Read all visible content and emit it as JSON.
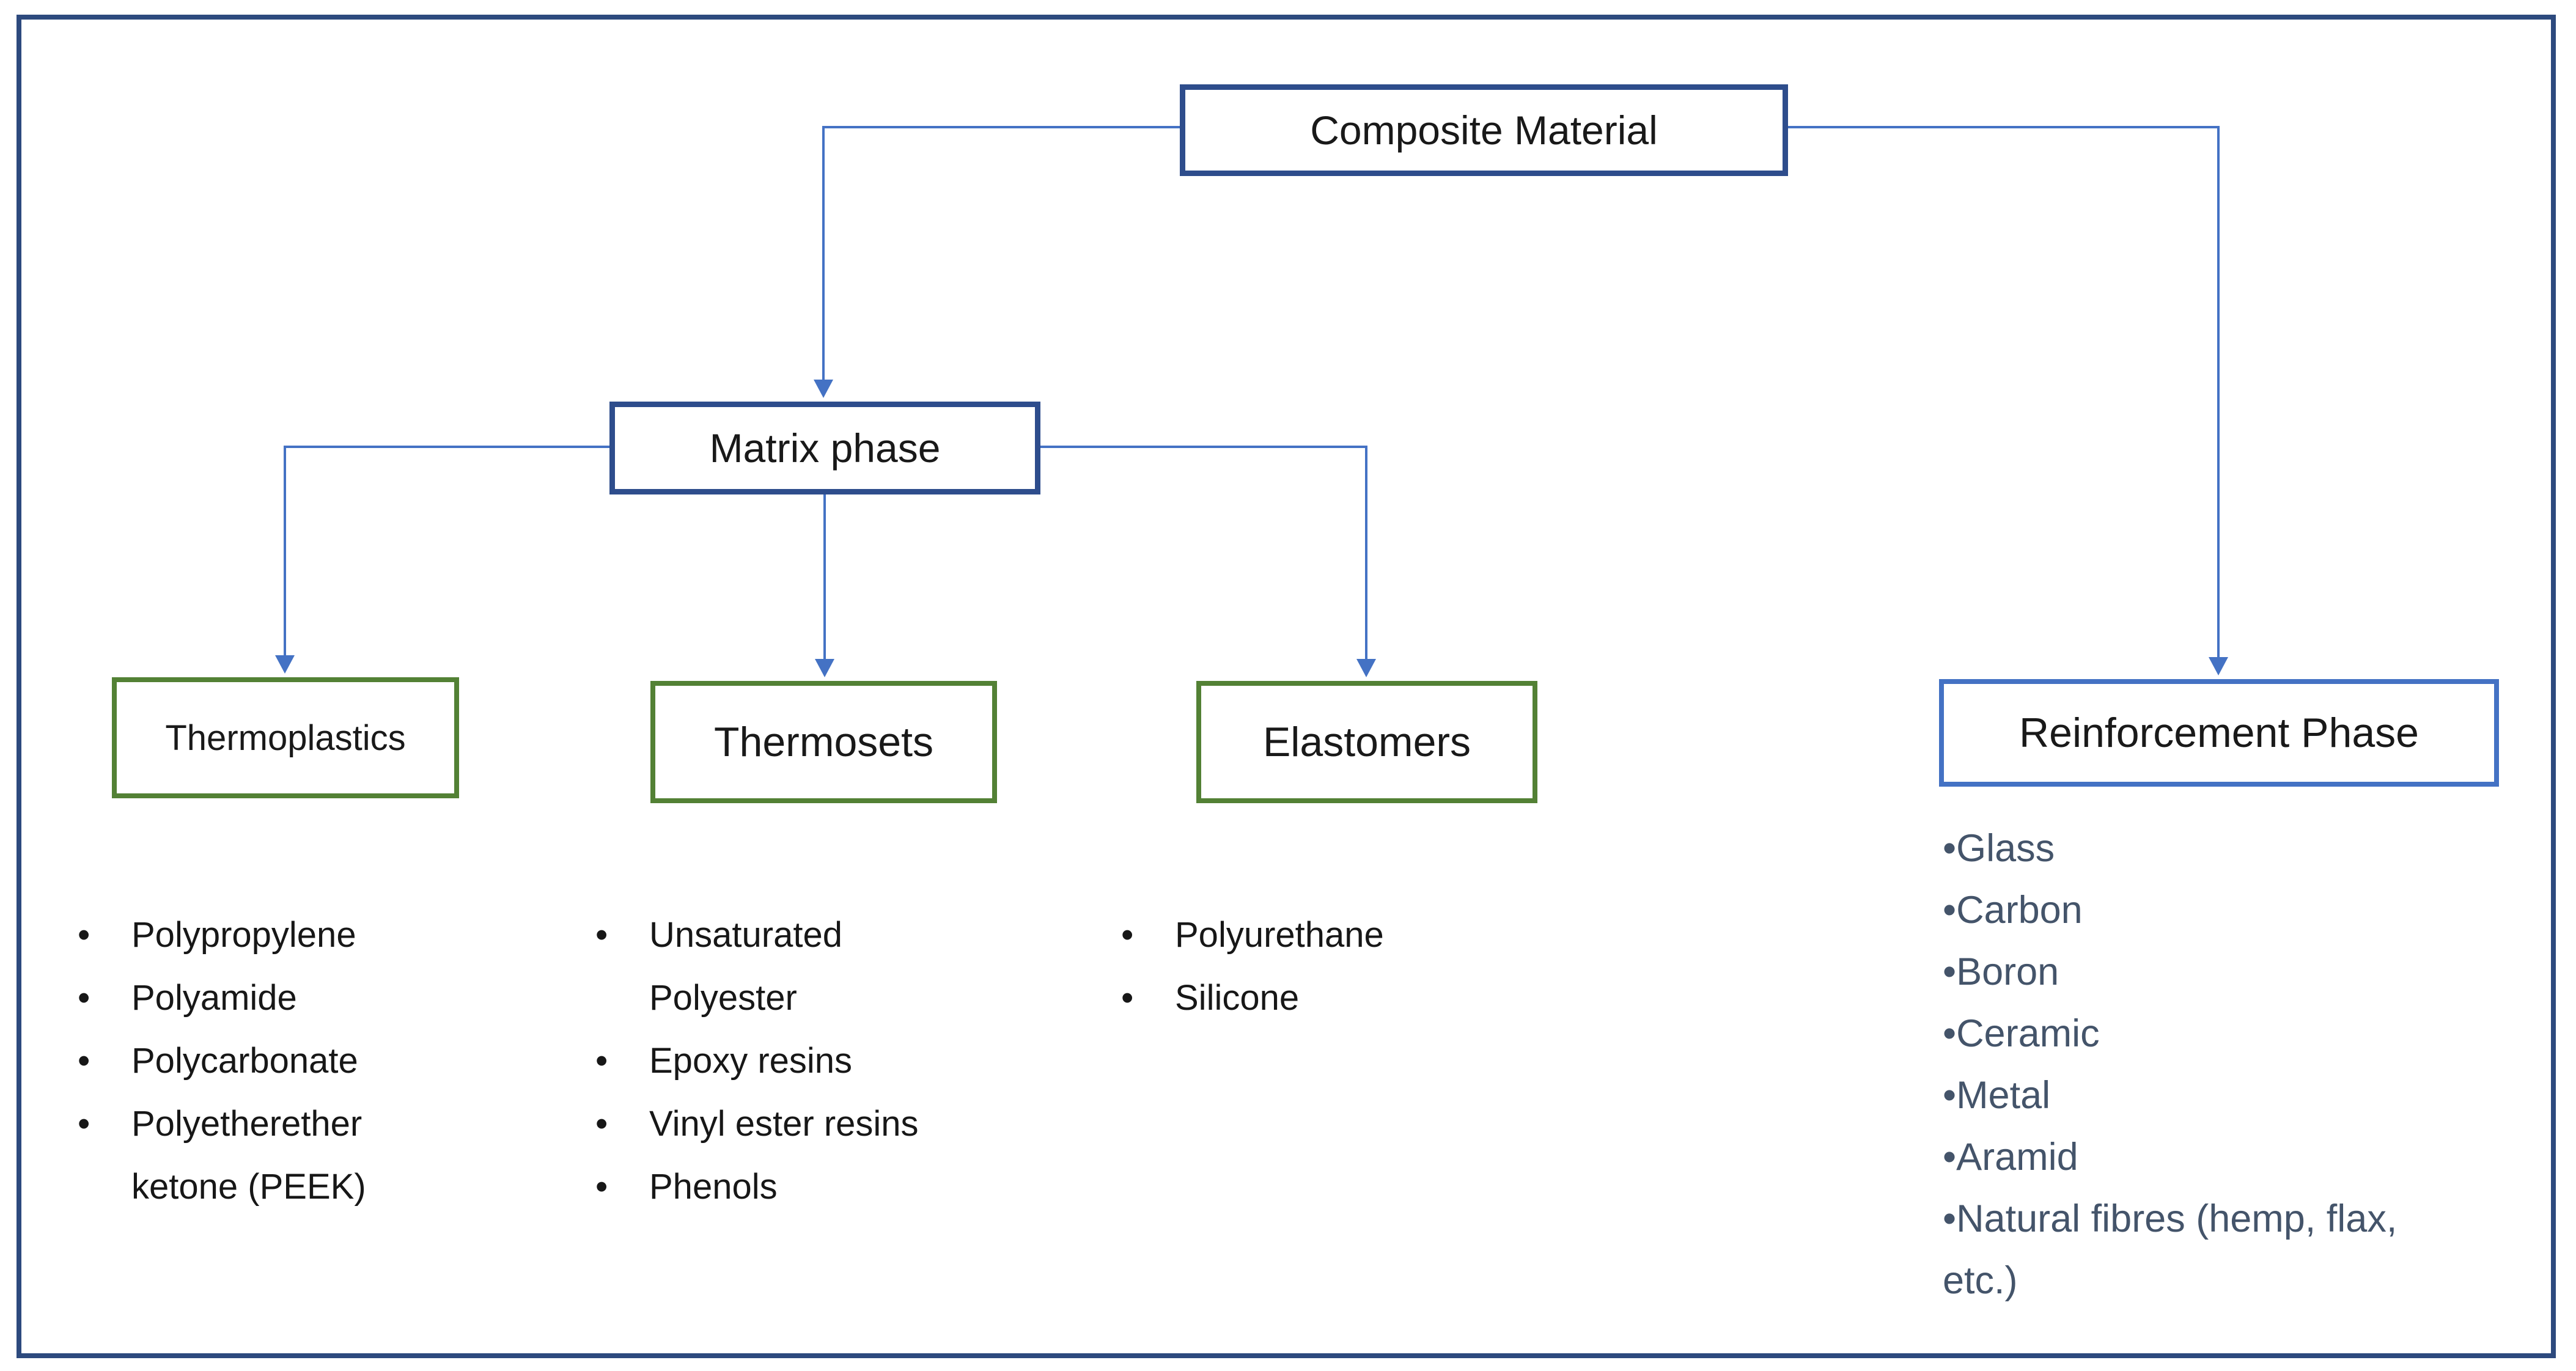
{
  "diagram": {
    "nodes": {
      "composite": {
        "label": "Composite Material"
      },
      "matrix": {
        "label": "Matrix phase"
      },
      "thermoplastics": {
        "label": "Thermoplastics",
        "items": [
          "Polypropylene",
          "Polyamide",
          "Polycarbonate",
          "Polyetherether ketone (PEEK)"
        ]
      },
      "thermosets": {
        "label": "Thermosets",
        "items": [
          "Unsaturated Polyester",
          "Epoxy resins",
          "Vinyl ester resins",
          "Phenols"
        ]
      },
      "elastomers": {
        "label": "Elastomers",
        "items": [
          "Polyurethane",
          "Silicone"
        ]
      },
      "reinforcement": {
        "label": "Reinforcement Phase",
        "items": [
          "Glass",
          "Carbon",
          "Boron",
          "Ceramic",
          "Metal",
          "Aramid",
          "Natural fibres (hemp, flax, etc.)"
        ]
      }
    },
    "colors": {
      "connector_blue": "#4472C4",
      "dark_navy_box_border": "#2E4D8C",
      "outer_frame_border": "#2D4A7E",
      "green_box_border": "#538135",
      "reinforcement_list_text": "#44546A"
    }
  }
}
